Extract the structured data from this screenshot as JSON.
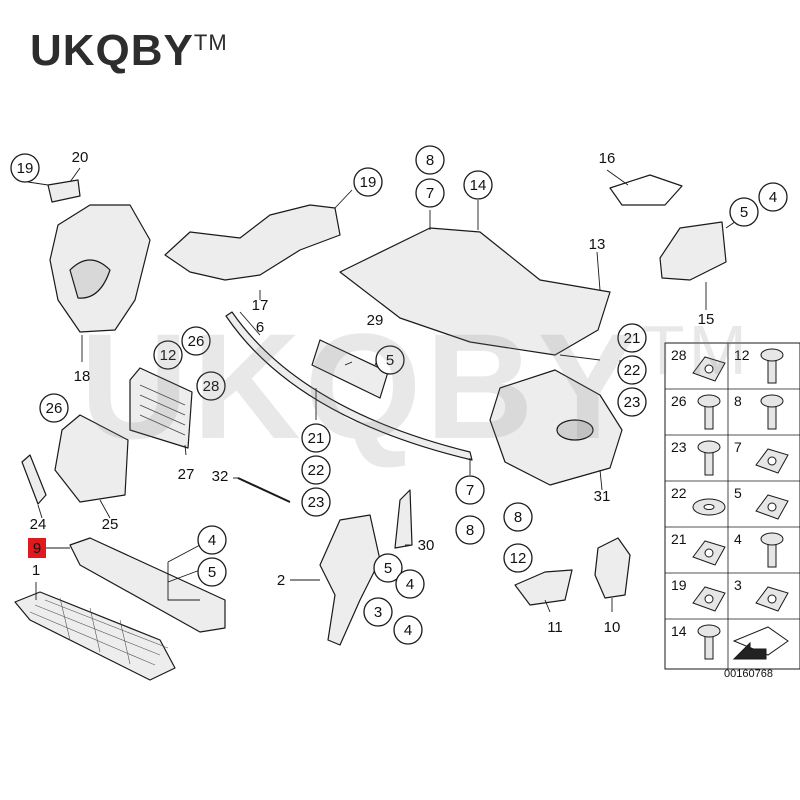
{
  "brand": {
    "name": "UKQBY",
    "tm": "TM"
  },
  "watermark": {
    "text": "UKQBY",
    "tm": "TM"
  },
  "diagram_code": "00160768",
  "colors": {
    "line": "#1a1a1a",
    "part_fill": "#ededed",
    "highlight": "#e0191e",
    "watermark": "#828282"
  },
  "callouts": [
    {
      "label": "19",
      "circle": true
    },
    {
      "label": "20",
      "circle": false
    },
    {
      "label": "18",
      "circle": false
    },
    {
      "label": "19",
      "circle": true
    },
    {
      "label": "17",
      "circle": false
    },
    {
      "label": "6",
      "circle": false
    },
    {
      "label": "8",
      "circle": true
    },
    {
      "label": "7",
      "circle": true
    },
    {
      "label": "14",
      "circle": true
    },
    {
      "label": "16",
      "circle": false
    },
    {
      "label": "5",
      "circle": true
    },
    {
      "label": "4",
      "circle": true
    },
    {
      "label": "13",
      "circle": false
    },
    {
      "label": "15",
      "circle": false
    },
    {
      "label": "29",
      "circle": false
    },
    {
      "label": "5",
      "circle": true
    },
    {
      "label": "12",
      "circle": true
    },
    {
      "label": "26",
      "circle": true
    },
    {
      "label": "28",
      "circle": true
    },
    {
      "label": "26",
      "circle": true
    },
    {
      "label": "27",
      "circle": false
    },
    {
      "label": "21",
      "circle": true
    },
    {
      "label": "22",
      "circle": true
    },
    {
      "label": "23",
      "circle": true
    },
    {
      "label": "21",
      "circle": true
    },
    {
      "label": "22",
      "circle": true
    },
    {
      "label": "23",
      "circle": true
    },
    {
      "label": "31",
      "circle": false
    },
    {
      "label": "32",
      "circle": false
    },
    {
      "label": "24",
      "circle": false
    },
    {
      "label": "25",
      "circle": false
    },
    {
      "label": "9",
      "circle": false
    },
    {
      "label": "1",
      "circle": false
    },
    {
      "label": "4",
      "circle": true
    },
    {
      "label": "5",
      "circle": true
    },
    {
      "label": "2",
      "circle": false
    },
    {
      "label": "30",
      "circle": false
    },
    {
      "label": "5",
      "circle": true
    },
    {
      "label": "4",
      "circle": true
    },
    {
      "label": "3",
      "circle": true
    },
    {
      "label": "4",
      "circle": true
    },
    {
      "label": "7",
      "circle": true
    },
    {
      "label": "8",
      "circle": true
    },
    {
      "label": "8",
      "circle": true
    },
    {
      "label": "12",
      "circle": true
    },
    {
      "label": "11",
      "circle": false
    },
    {
      "label": "10",
      "circle": false
    }
  ],
  "legend": [
    {
      "label": "28",
      "icon": "clip-nut-icon"
    },
    {
      "label": "12",
      "icon": "expanding-rivet-icon"
    },
    {
      "label": "26",
      "icon": "hex-screw-icon"
    },
    {
      "label": "8",
      "icon": "flange-bolt-icon"
    },
    {
      "label": "23",
      "icon": "screw-icon"
    },
    {
      "label": "7",
      "icon": "square-nut-icon"
    },
    {
      "label": "22",
      "icon": "washer-icon"
    },
    {
      "label": "5",
      "icon": "spring-clip-icon"
    },
    {
      "label": "21",
      "icon": "plate-nut-icon"
    },
    {
      "label": "4",
      "icon": "torx-screw-icon"
    },
    {
      "label": "19",
      "icon": "hex-nut-icon"
    },
    {
      "label": "3",
      "icon": "clip-nut-icon"
    },
    {
      "label": "14",
      "icon": "push-rivet-icon"
    },
    {
      "label": "",
      "icon": "arrow-icon"
    }
  ]
}
